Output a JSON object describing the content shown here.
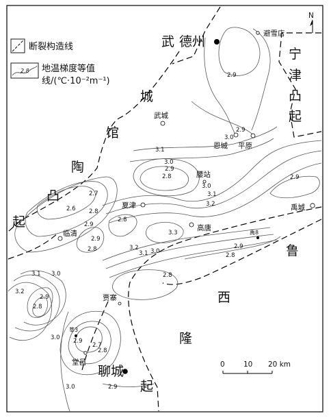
{
  "north_label": "N",
  "legend": {
    "fault_label": "断裂构造线",
    "iso_sample_value": "2.8",
    "iso_label_line1": "地温梯度等值",
    "iso_label_line2": "线/(℃·10⁻²m⁻¹)"
  },
  "regions": {
    "wucheng_chars": [
      "武",
      "城",
      "馆",
      "陶",
      "凸",
      "起"
    ],
    "ningjin_chars": [
      "宁",
      "津",
      "凸",
      "起"
    ],
    "luxi_chars": [
      "鲁",
      "西",
      "隆",
      "起"
    ]
  },
  "cities": {
    "dezhou": "德州",
    "liaocheng": "聊城"
  },
  "towns": {
    "bixuedian": "避雪店",
    "wucheng": "武城",
    "encheng": "恩城",
    "pingyuan": "平原",
    "yaozhan": "腰站",
    "xiajin": "夏津",
    "linqing": "临清",
    "gaotang": "高唐",
    "yucheng": "禹城",
    "jiazhai": "贾寨",
    "tangyi": "堂邑"
  },
  "wells": {
    "yu8": "禹8",
    "xin3": "莘3"
  },
  "isotherms": [
    "2.9",
    "2.9",
    "3.0",
    "3.1",
    "3.0",
    "2.9",
    "2.8",
    "3.0",
    "3.1",
    "3.2",
    "2.9",
    "2.7",
    "2.6",
    "2.8",
    "2.9",
    "2.8",
    "2.9",
    "2.8",
    "3.3",
    "3.2",
    "3.1",
    "3.0",
    "2.8",
    "2.9",
    "2.8",
    "3.1",
    "3.0",
    "3.2",
    "2.9",
    "2.8",
    "2.7",
    "2.8",
    "2.9",
    "3.0",
    "2.9",
    "3.0"
  ],
  "scale": {
    "label_0": "0",
    "label_10": "10",
    "label_20": "20 km"
  }
}
